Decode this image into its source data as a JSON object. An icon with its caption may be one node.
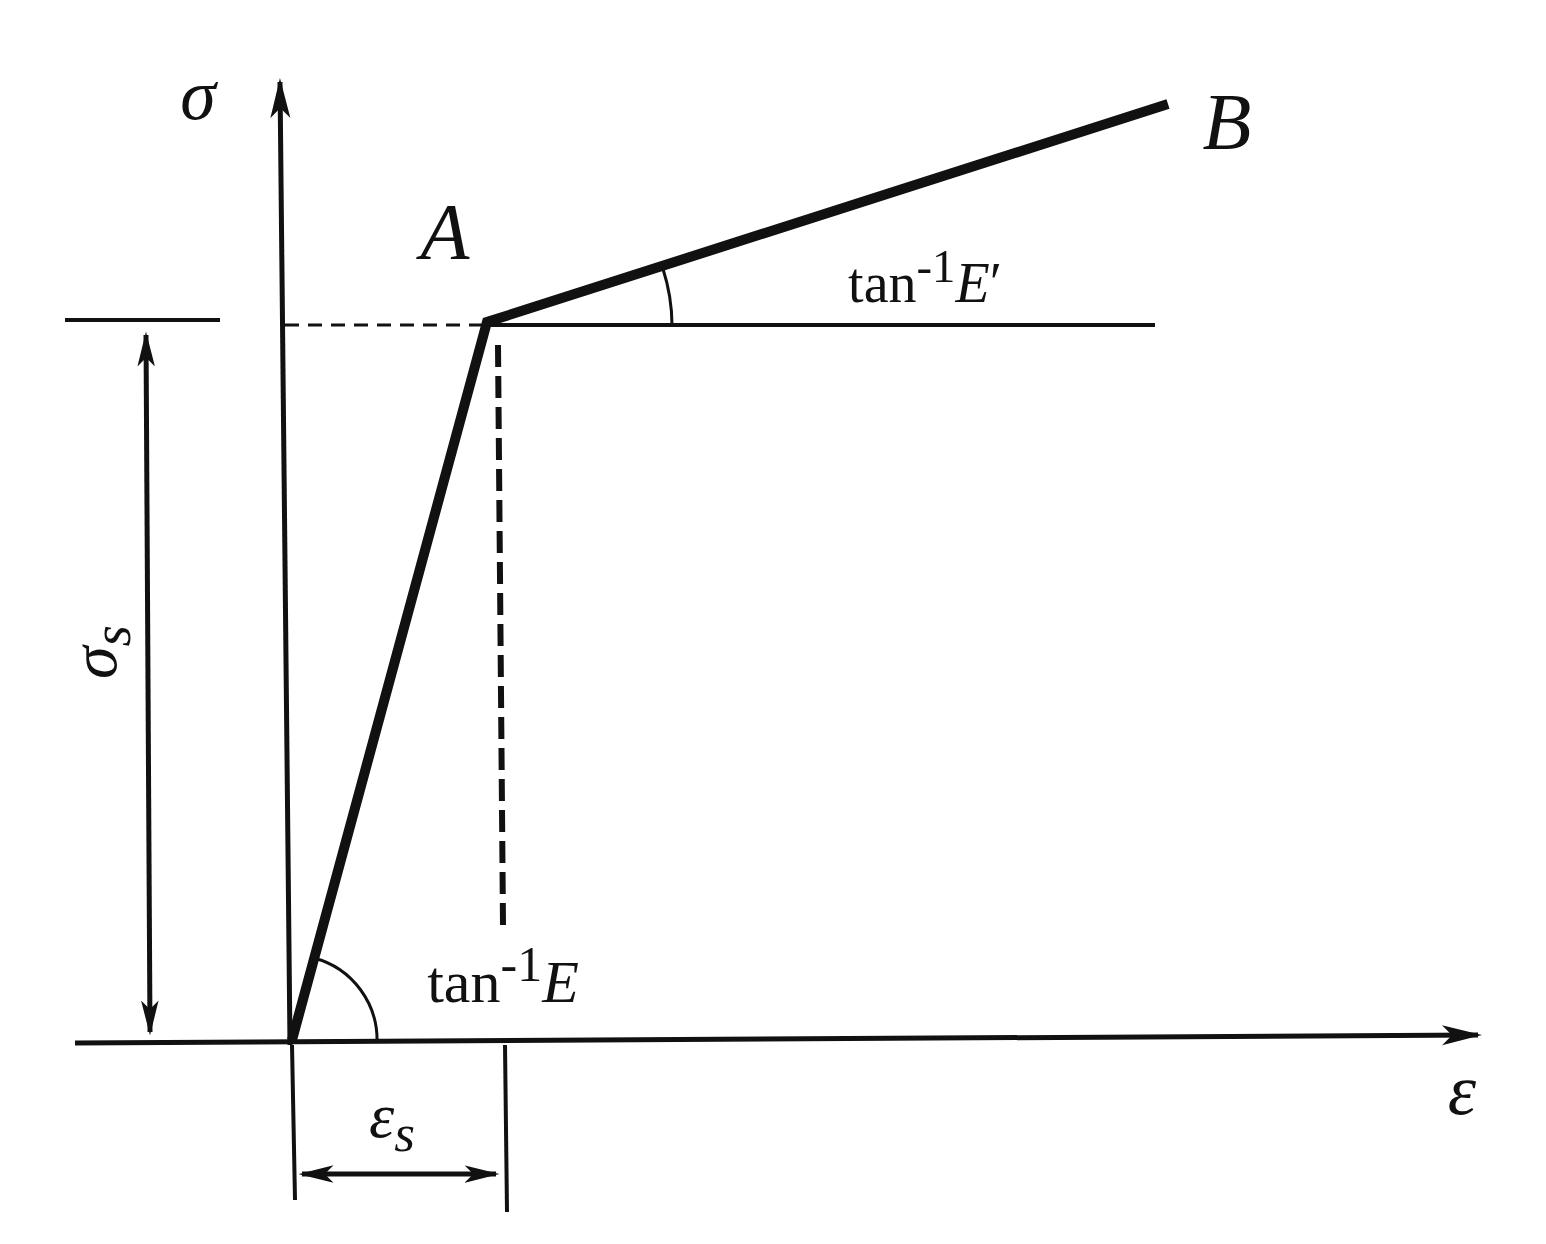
{
  "diagram": {
    "labels": [
      "σ",
      "A",
      "B",
      "tan$^{-1}$*E*′",
      "σ$_{s}$",
      "tan$^{-1}$*E*",
      "ε",
      "ε$_{s}$"
    ]
  }
}
